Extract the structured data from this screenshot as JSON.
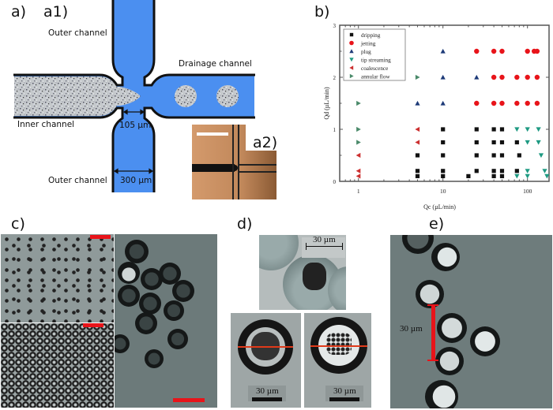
{
  "panels": {
    "a": {
      "label": "a)",
      "a1_label": "a1)",
      "a2_label": "a2)",
      "labels": {
        "outer_top": "Outer channel",
        "outer_bottom": "Outer channel",
        "drainage": "Drainage channel",
        "inner": "Inner channel",
        "orifice_width": "105 µm",
        "channel_width": "300 µm"
      },
      "colors": {
        "channel": "#4b8ff0",
        "wall": "#111111",
        "dispersed": "#c9cdd0",
        "micrograph": "#c0875a"
      }
    },
    "b": {
      "label": "b)"
    },
    "c": {
      "label": "c)"
    },
    "d": {
      "label": "d)",
      "scale_top": "30 µm",
      "scale_left": "30 µm",
      "scale_right": "30 µm"
    },
    "e": {
      "label": "e)",
      "scale": "30 µm"
    }
  },
  "chart_data": {
    "type": "scatter",
    "title": "",
    "xlabel": "Qc (µL/min)",
    "ylabel": "Qd (µL/min)",
    "xscale": "log",
    "xlim": [
      0.6,
      180
    ],
    "ylim": [
      0,
      3
    ],
    "xticks": [
      1,
      10,
      100
    ],
    "xtick_labels": [
      "1",
      "10",
      "100"
    ],
    "yticks": [
      0,
      1,
      2,
      3
    ],
    "ytick_labels": [
      "0",
      "1",
      "2",
      "3"
    ],
    "grid": false,
    "legend_position": "top-left",
    "series": [
      {
        "name": "dripping",
        "marker": "square",
        "color": "#111111",
        "points": [
          [
            5,
            0.1
          ],
          [
            5,
            0.2
          ],
          [
            5,
            0.5
          ],
          [
            10,
            0.1
          ],
          [
            10,
            0.2
          ],
          [
            10,
            0.5
          ],
          [
            10,
            0.75
          ],
          [
            10,
            1
          ],
          [
            20,
            0.1
          ],
          [
            25,
            0.2
          ],
          [
            25,
            0.5
          ],
          [
            25,
            0.75
          ],
          [
            25,
            1
          ],
          [
            40,
            0.1
          ],
          [
            40,
            0.2
          ],
          [
            40,
            0.5
          ],
          [
            40,
            0.75
          ],
          [
            40,
            1
          ],
          [
            50,
            0.1
          ],
          [
            50,
            0.2
          ],
          [
            50,
            0.5
          ],
          [
            50,
            0.75
          ],
          [
            50,
            1
          ],
          [
            75,
            0.2
          ],
          [
            75,
            0.75
          ],
          [
            80,
            0.5
          ]
        ]
      },
      {
        "name": "jetting",
        "marker": "circle",
        "color": "#e8141a",
        "points": [
          [
            25,
            1.5
          ],
          [
            25,
            2.5
          ],
          [
            40,
            1.5
          ],
          [
            40,
            2
          ],
          [
            40,
            2.5
          ],
          [
            50,
            1.5
          ],
          [
            50,
            2
          ],
          [
            50,
            2.5
          ],
          [
            75,
            1.5
          ],
          [
            75,
            2
          ],
          [
            100,
            1.5
          ],
          [
            100,
            2
          ],
          [
            100,
            2.5
          ],
          [
            120,
            2.5
          ],
          [
            130,
            1.5
          ],
          [
            130,
            2
          ],
          [
            130,
            2.5
          ]
        ]
      },
      {
        "name": "plug",
        "marker": "triangle-up",
        "color": "#1d3a78",
        "points": [
          [
            5,
            1.5
          ],
          [
            10,
            1.5
          ],
          [
            10,
            2
          ],
          [
            10,
            2.5
          ],
          [
            25,
            2
          ]
        ]
      },
      {
        "name": "tip streaming",
        "marker": "triangle-down",
        "color": "#1e9a82",
        "points": [
          [
            75,
            0.1
          ],
          [
            75,
            1
          ],
          [
            100,
            0.1
          ],
          [
            100,
            0.2
          ],
          [
            100,
            0.75
          ],
          [
            100,
            1
          ],
          [
            135,
            0.75
          ],
          [
            135,
            1
          ],
          [
            145,
            0.5
          ],
          [
            160,
            0.2
          ],
          [
            170,
            0.1
          ]
        ]
      },
      {
        "name": "coalescence",
        "marker": "triangle-left",
        "color": "#cc3030",
        "points": [
          [
            1,
            0.1
          ],
          [
            1,
            0.2
          ],
          [
            1,
            0.5
          ],
          [
            5,
            0.75
          ],
          [
            5,
            1
          ]
        ]
      },
      {
        "name": "annular flow",
        "marker": "triangle-right",
        "color": "#4a8a6a",
        "points": [
          [
            1,
            0.75
          ],
          [
            1,
            1
          ],
          [
            1,
            1.5
          ],
          [
            5,
            2
          ]
        ]
      }
    ]
  }
}
